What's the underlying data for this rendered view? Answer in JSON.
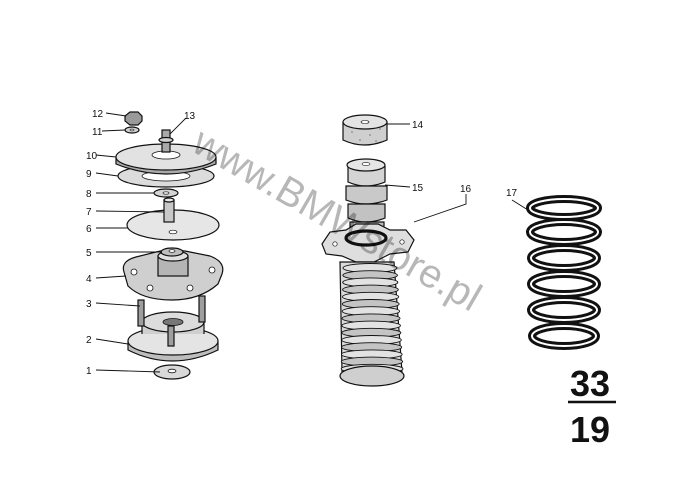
{
  "diagram": {
    "callouts": [
      {
        "id": "1",
        "label": "1"
      },
      {
        "id": "2",
        "label": "2"
      },
      {
        "id": "3",
        "label": "3"
      },
      {
        "id": "4",
        "label": "4"
      },
      {
        "id": "5",
        "label": "5"
      },
      {
        "id": "6",
        "label": "6"
      },
      {
        "id": "7",
        "label": "7"
      },
      {
        "id": "8",
        "label": "8"
      },
      {
        "id": "9",
        "label": "9"
      },
      {
        "id": "10",
        "label": "10"
      },
      {
        "id": "11",
        "label": "11"
      },
      {
        "id": "12",
        "label": "12"
      },
      {
        "id": "13",
        "label": "13"
      },
      {
        "id": "14",
        "label": "14"
      },
      {
        "id": "15",
        "label": "15"
      },
      {
        "id": "16",
        "label": "16"
      },
      {
        "id": "17",
        "label": "17"
      }
    ],
    "group_number": {
      "top": "33",
      "bottom": "19"
    },
    "watermark": "www.BMWstore.pl"
  }
}
